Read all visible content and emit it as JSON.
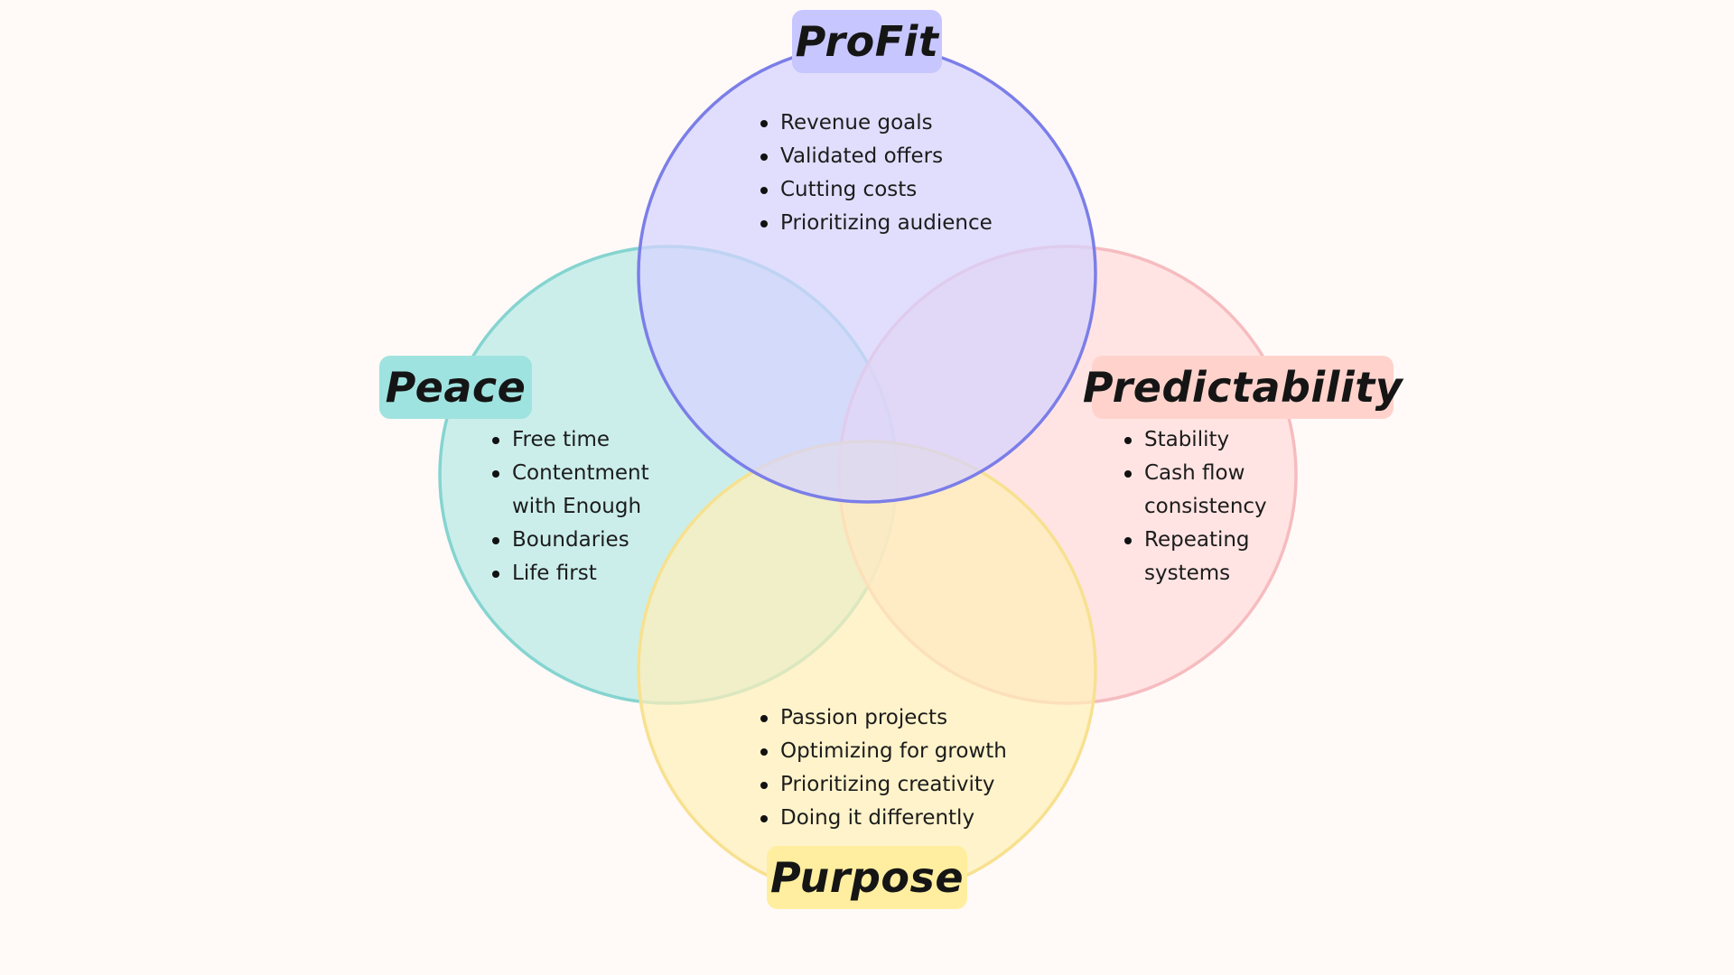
{
  "colors": {
    "background": "#fffaf8",
    "profit_fill": "#d5d3ff",
    "profit_stroke": "#7b7ee8",
    "profit_tag": "#c7c6ff",
    "peace_fill": "#bfece8",
    "peace_stroke": "#85d4d0",
    "peace_tag": "#9fe3e0",
    "predictability_fill": "#ffdcdc",
    "predictability_stroke": "#f6bcbf",
    "predictability_tag": "#ffd3cc",
    "purpose_fill": "#fff0b8",
    "purpose_stroke": "#f7e190",
    "purpose_tag": "#ffee9f"
  },
  "sets": {
    "profit": {
      "label": "ProFit",
      "items": [
        "Revenue goals",
        "Validated offers",
        "Cutting costs",
        "Prioritizing audience"
      ]
    },
    "peace": {
      "label": "Peace",
      "items": [
        "Free time",
        "Contentment",
        "with Enough",
        "Boundaries",
        "Life first"
      ]
    },
    "predictability": {
      "label": "Predictability",
      "items": [
        "Stability",
        "Cash flow",
        "consistency",
        "Repeating",
        "systems"
      ]
    },
    "purpose": {
      "label": "Purpose",
      "items": [
        "Passion projects",
        "Optimizing for growth",
        "Prioritizing creativity",
        "Doing it differently"
      ]
    }
  }
}
